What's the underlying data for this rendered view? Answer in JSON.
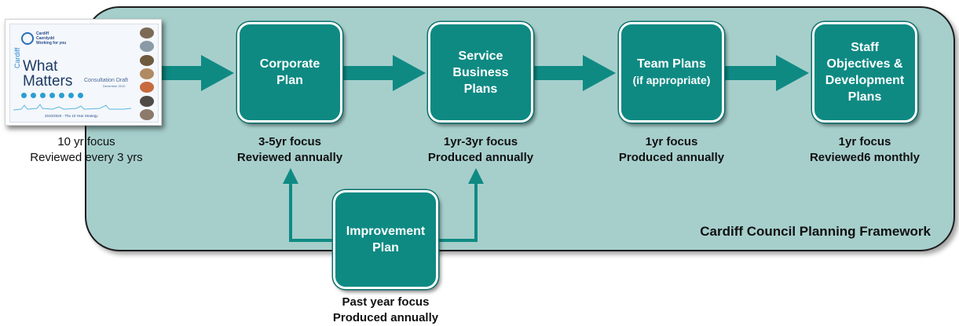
{
  "framework_title": "Cardiff Council Planning Framework",
  "document_cover": {
    "logo_text": "Cardiff\nCaerdydd\nWorking for you",
    "side_text": "Cardiff",
    "title_line1": "What",
    "title_line2": "Matters",
    "subtitle": "Consultation Draft",
    "date_text": "December 2010",
    "footer": "2010/2020 - The 10 Year Strategy"
  },
  "nodes": {
    "corporate": "Corporate\nPlan",
    "service": "Service\nBusiness\nPlans",
    "team": "Team Plans",
    "team_sub": "(if appropriate)",
    "staff": "Staff\nObjectives &\nDevelopment\nPlans",
    "improvement": "Improvement\nPlan"
  },
  "captions": {
    "what_matters": {
      "line1": "10 yr focus",
      "line2": "Reviewed every 3 yrs"
    },
    "corporate": {
      "line1": "3-5yr focus",
      "line2": "Reviewed annually"
    },
    "service": {
      "line1": "1yr-3yr focus",
      "line2": "Produced annually"
    },
    "team": {
      "line1": "1yr focus",
      "line2": "Produced annually"
    },
    "staff": {
      "line1": "1yr focus",
      "line2": "Reviewed6 monthly"
    },
    "improvement": {
      "line1": "Past year focus",
      "line2": "Produced annually"
    }
  },
  "colors": {
    "node_fill": "#0e8a83",
    "panel_fill": "#a6cfcc",
    "arrow": "#0f8a83"
  },
  "icons": [
    "arrow-right-icon",
    "arrow-up-icon"
  ]
}
